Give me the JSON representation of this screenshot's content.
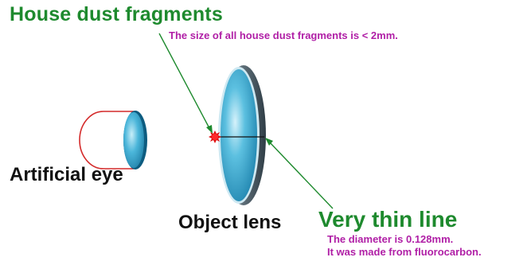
{
  "labels": {
    "house_dust_title": "House dust fragments",
    "house_dust_note": "The size of all house dust fragments is < 2mm.",
    "artificial_eye": "Artificial eye",
    "object_lens": "Object lens",
    "thin_line_title": "Very thin line",
    "thin_line_note_1": "The diameter is 0.128mm.",
    "thin_line_note_2": "It was made from fluorocarbon."
  },
  "colors": {
    "label_green": "#1e8a2e",
    "note_purple": "#b01fa6",
    "lens_blue": "#1f8fb8",
    "eye_outline_red": "#d42a2a",
    "dust_red": "#e01010"
  }
}
